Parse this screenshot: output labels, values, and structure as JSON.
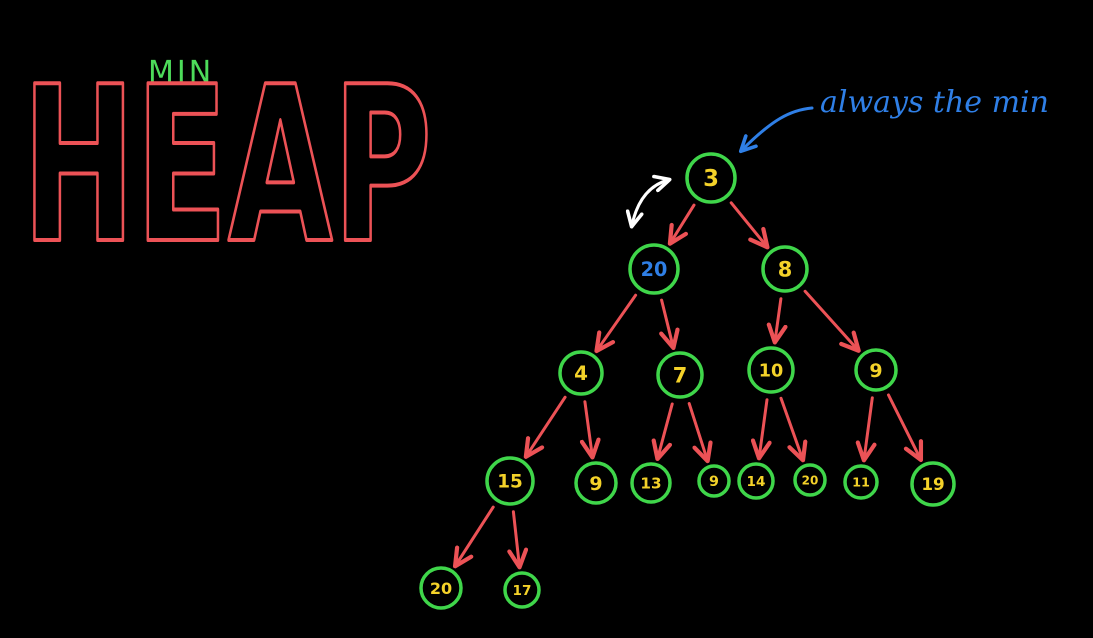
{
  "title": {
    "prefix": "MIN",
    "main": "HEAP",
    "prefix_color": "#4ddb5a",
    "main_color": "#ec5256"
  },
  "annotation": {
    "text": "always the min",
    "color": "#2f7fe6"
  },
  "colors": {
    "node_ring": "#3fd64a",
    "node_text": "#f4d229",
    "highlight_text": "#2f7fe6",
    "edge": "#ec5256",
    "swap_arrow": "#ffffff"
  },
  "nodes": [
    {
      "id": "n0",
      "value": "3"
    },
    {
      "id": "n1",
      "value": "20",
      "highlight": true
    },
    {
      "id": "n2",
      "value": "8"
    },
    {
      "id": "n3",
      "value": "4"
    },
    {
      "id": "n4",
      "value": "7"
    },
    {
      "id": "n5",
      "value": "10"
    },
    {
      "id": "n6",
      "value": "9"
    },
    {
      "id": "n7",
      "value": "15"
    },
    {
      "id": "n8",
      "value": "9"
    },
    {
      "id": "n9",
      "value": "13"
    },
    {
      "id": "n10",
      "value": "9"
    },
    {
      "id": "n11",
      "value": "14"
    },
    {
      "id": "n12",
      "value": "20"
    },
    {
      "id": "n13",
      "value": "11"
    },
    {
      "id": "n14",
      "value": "19"
    },
    {
      "id": "n15",
      "value": "20"
    },
    {
      "id": "n16",
      "value": "17"
    }
  ],
  "edges": [
    [
      "n0",
      "n1"
    ],
    [
      "n0",
      "n2"
    ],
    [
      "n1",
      "n3"
    ],
    [
      "n1",
      "n4"
    ],
    [
      "n2",
      "n5"
    ],
    [
      "n2",
      "n6"
    ],
    [
      "n3",
      "n7"
    ],
    [
      "n3",
      "n8"
    ],
    [
      "n4",
      "n9"
    ],
    [
      "n4",
      "n10"
    ],
    [
      "n5",
      "n11"
    ],
    [
      "n5",
      "n12"
    ],
    [
      "n6",
      "n13"
    ],
    [
      "n6",
      "n14"
    ],
    [
      "n7",
      "n15"
    ],
    [
      "n7",
      "n16"
    ]
  ],
  "swap": [
    "n0",
    "n1"
  ]
}
